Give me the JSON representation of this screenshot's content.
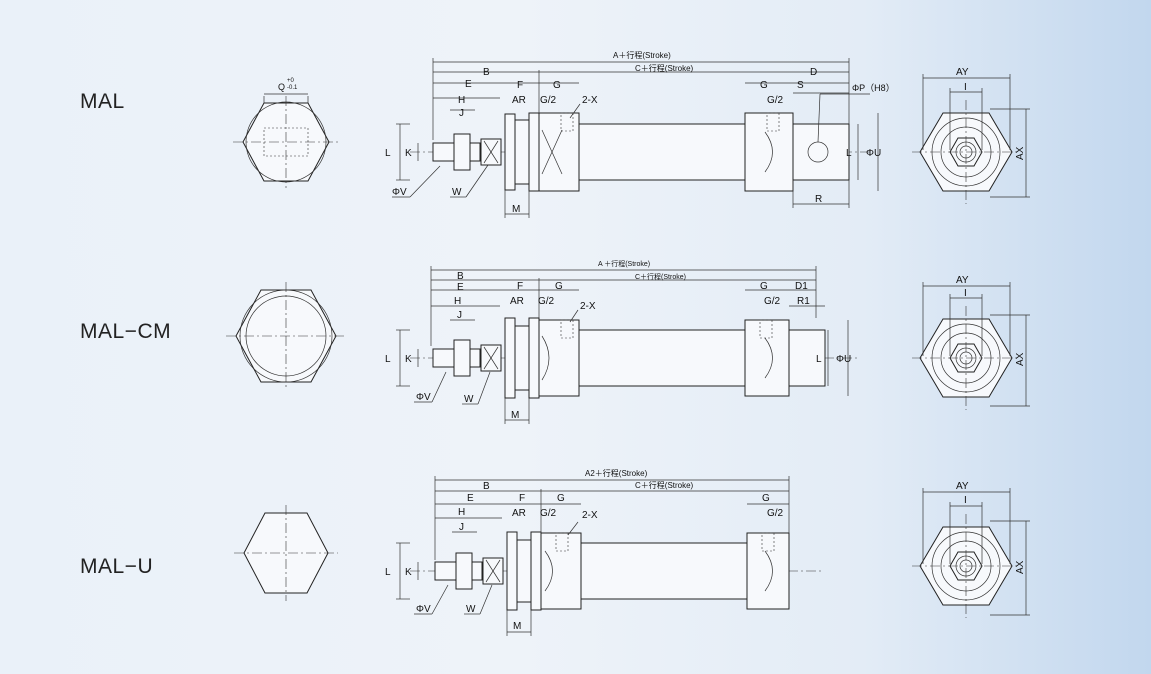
{
  "models": [
    {
      "name": "MAL",
      "front_q_label": "Q",
      "front_q_tol_upper": "+0",
      "front_q_tol_lower": "-0.1",
      "dims": {
        "A": "A＋行程(Stroke)",
        "B": "B",
        "C": "C＋行程(Stroke)",
        "D": "D",
        "E": "E",
        "F": "F",
        "G": "G",
        "G_right": "G",
        "S": "S",
        "P": "ΦP（H8）",
        "H": "H",
        "AR": "AR",
        "G2": "G/2",
        "G2_right": "G/2",
        "PX": "2-X",
        "J": "J",
        "L": "L",
        "K": "K",
        "L_right": "L",
        "U": "ΦU",
        "V": "ΦV",
        "W": "W",
        "M": "M",
        "R": "R"
      },
      "end": {
        "AY": "AY",
        "I": "I",
        "AX": "AX"
      }
    },
    {
      "name": "MAL−CM",
      "dims": {
        "A": "A ＋行程(Stroke)",
        "B": "B",
        "C": "C＋行程(Stroke)",
        "E": "E",
        "F": "F",
        "G": "G",
        "G_right": "G",
        "D1": "D1",
        "H": "H",
        "AR": "AR",
        "G2": "G/2",
        "G2_right": "G/2",
        "R1": "R1",
        "PX": "2-X",
        "J": "J",
        "L": "L",
        "K": "K",
        "L_right": "L",
        "U": "ΦU",
        "V": "ΦV",
        "W": "W",
        "M": "M"
      },
      "end": {
        "AY": "AY",
        "I": "I",
        "AX": "AX"
      }
    },
    {
      "name": "MAL−U",
      "dims": {
        "A": "A2＋行程(Stroke)",
        "B": "B",
        "C": "C＋行程(Stroke)",
        "E": "E",
        "F": "F",
        "G": "G",
        "G_right": "G",
        "H": "H",
        "AR": "AR",
        "G2": "G/2",
        "G2_right": "G/2",
        "PX": "2-X",
        "J": "J",
        "L": "L",
        "K": "K",
        "V": "ΦV",
        "W": "W",
        "M": "M"
      },
      "end": {
        "AY": "AY",
        "I": "I",
        "AX": "AX"
      }
    }
  ]
}
